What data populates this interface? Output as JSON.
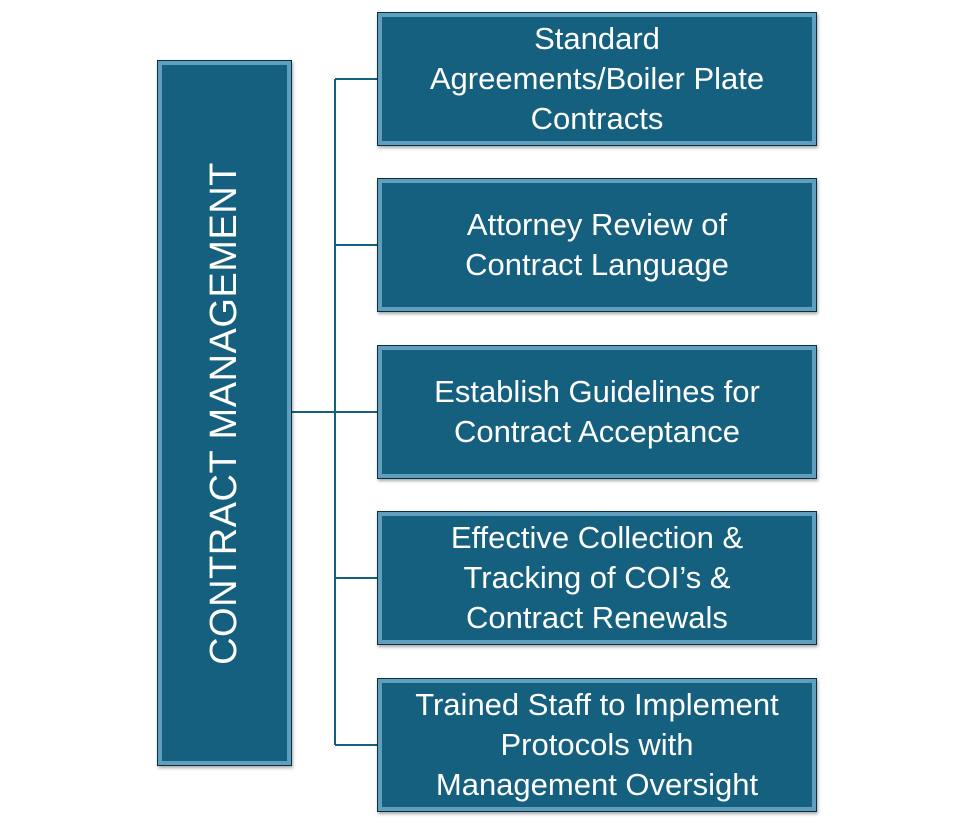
{
  "colors": {
    "box_fill": "#155f7f",
    "box_inner_border": "#5f9fbd",
    "connector": "#155f7f",
    "text": "#ffffff"
  },
  "root": {
    "label": "CONTRACT MANAGEMENT"
  },
  "items": [
    {
      "lines": [
        "Standard",
        "Agreements/Boiler Plate",
        "Contracts"
      ]
    },
    {
      "lines": [
        "Attorney Review of",
        "Contract Language"
      ]
    },
    {
      "lines": [
        "Establish Guidelines for",
        "Contract Acceptance"
      ]
    },
    {
      "lines": [
        "Effective Collection &",
        "Tracking of COI’s &",
        "Contract Renewals"
      ]
    },
    {
      "lines": [
        "Trained Staff to Implement",
        "Protocols with",
        "Management Oversight"
      ]
    }
  ]
}
